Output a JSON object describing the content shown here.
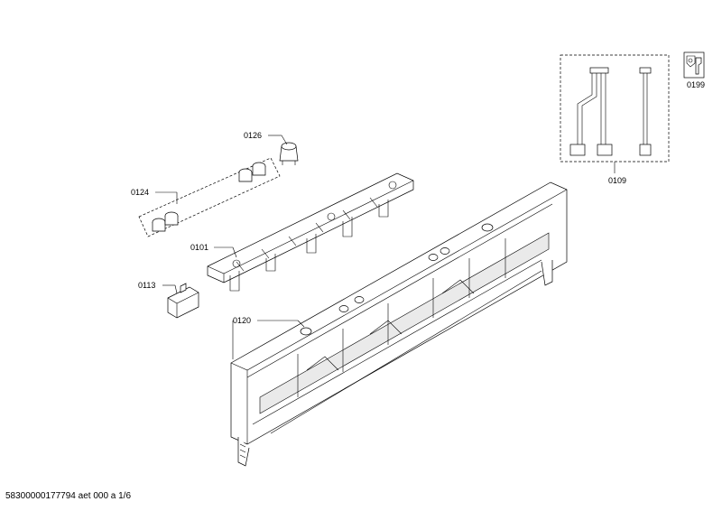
{
  "parts": {
    "p0126": "0126",
    "p0124": "0124",
    "p0101": "0101",
    "p0113": "0113",
    "p0120": "0120",
    "p0109": "0109",
    "p0199": "0199"
  },
  "footer": "58300000177794 aet 000 a 1/6"
}
